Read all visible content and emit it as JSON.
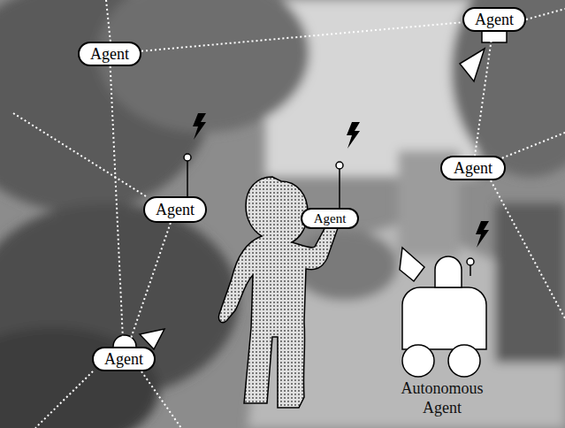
{
  "diagram": {
    "nodes": [
      {
        "text": [
          "Agent"
        ]
      },
      {
        "text": [
          "Agent"
        ]
      },
      {
        "text": [
          "Agent"
        ]
      },
      {
        "text": [
          "Agent"
        ]
      },
      {
        "text": [
          "Agent"
        ]
      },
      {
        "text": [
          "Agent"
        ]
      }
    ],
    "edges": [
      {
        "from": 0,
        "to": 1,
        "arrow": "none"
      },
      {
        "from": 0,
        "to": 5,
        "arrow": "none"
      },
      {
        "from": 3,
        "to": 5,
        "arrow": "none"
      },
      {
        "from": 1,
        "to": 2,
        "arrow": "none"
      }
    ],
    "labels": [
      "Autonomous Agent"
    ]
  }
}
